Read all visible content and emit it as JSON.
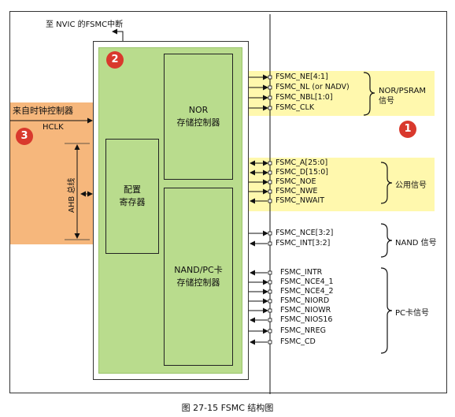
{
  "caption": "图 27-15 FSMC 结构图",
  "top_label": "至 NVIC 的FSMC中断",
  "clock_label": "来自时钟控制器",
  "hclk_label": "HCLK",
  "ahb_label": "AHB 总线",
  "badges": {
    "one": "1",
    "two": "2",
    "three": "3"
  },
  "blocks": {
    "nor_line1": "NOR",
    "nor_line2": "存储控制器",
    "config_line1": "配置",
    "config_line2": "寄存器",
    "nand_line1": "NAND/PC卡",
    "nand_line2": "存储控制器"
  },
  "groups": {
    "nor_psram_line1": "NOR/PSRAM",
    "nor_psram_line2": "信号",
    "common": "公用信号",
    "nand": "NAND 信号",
    "pc_card": "PC卡信号"
  },
  "signals": {
    "nor": [
      "FSMC_NE[4:1]",
      "FSMC_NL (or NADV)",
      "FSMC_NBL[1:0]",
      "FSMC_CLK"
    ],
    "common": [
      "FSMC_A[25:0]",
      "FSMC_D[15:0]",
      "FSMC_NOE",
      "FSMC_NWE",
      "FSMC_NWAIT"
    ],
    "nand": [
      "FSMC_NCE[3:2]",
      "FSMC_INT[3:2]"
    ],
    "pc": [
      "FSMC_INTR",
      "FSMC_NCE4_1",
      "FSMC_NCE4_2",
      "FSMC_NIORD",
      "FSMC_NIOWR",
      "FSMC_NIOS16",
      "FSMC_NREG",
      "FSMC_CD"
    ]
  },
  "colors": {
    "badge": "#d9392d",
    "green": "#b9dc8d",
    "yellow": "#fff8ad",
    "orange": "#f6b77c"
  }
}
